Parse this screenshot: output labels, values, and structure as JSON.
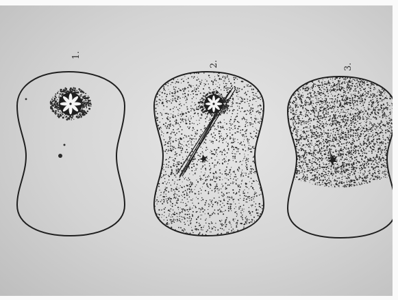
{
  "figures": [
    {
      "label": "1.",
      "stipple": "none"
    },
    {
      "label": "2.",
      "stipple": "full"
    },
    {
      "label": "3.",
      "stipple": "partial"
    }
  ],
  "colors": {
    "paper": "#d8d8d8",
    "ink": "#1f1f1f",
    "dot": "#2b2b2b"
  }
}
